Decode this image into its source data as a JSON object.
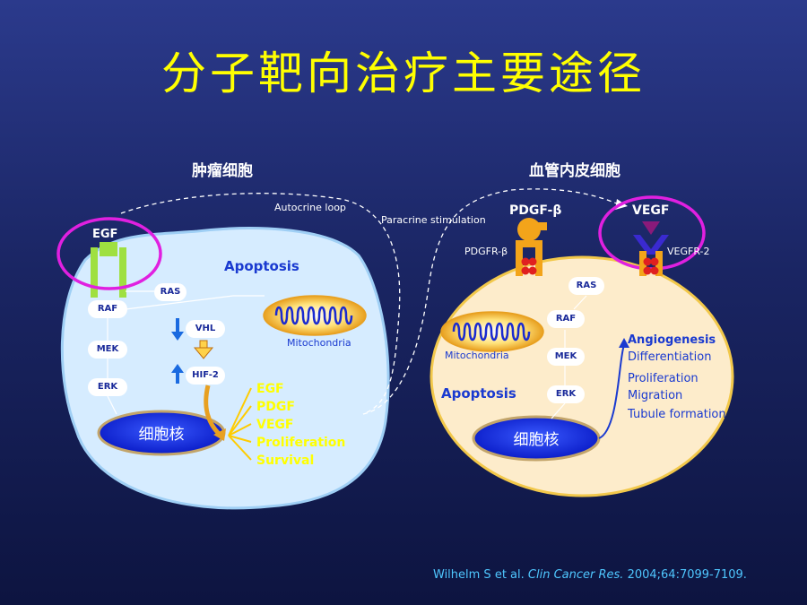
{
  "slide": {
    "title": "分子靶向治疗主要途径"
  },
  "tumor_cell": {
    "header": "肿瘤细胞",
    "autocrine_loop": "Autocrine loop",
    "receptor": "EGF",
    "pathway": [
      "RAS",
      "RAF",
      "MEK",
      "ERK"
    ],
    "apoptosis": "Apoptosis",
    "mitochondria": "Mitochondria",
    "vhl": "VHL",
    "hif": "HIF-2",
    "nucleus": "细胞核",
    "outputs": [
      "EGF",
      "PDGF",
      "VEGF",
      "Proliferation",
      "Survival"
    ]
  },
  "endothelial_cell": {
    "header": "血管内皮细胞",
    "paracrine": "Paracrine stimulation",
    "pdgf_ligand": "PDGF-β",
    "vegf_ligand": "VEGF",
    "pdgf_receptor": "PDGFR-β",
    "vegf_receptor": "VEGFR-2",
    "pathway": [
      "RAS",
      "RAF",
      "MEK",
      "ERK"
    ],
    "mitochondria": "Mitochondria",
    "apoptosis": "Apoptosis",
    "nucleus": "细胞核",
    "outputs": [
      "Angiogenesis",
      "Differentiation",
      "Proliferation",
      "Migration",
      "Tubule formation"
    ]
  },
  "citation": {
    "authors": "Wilhelm S et al.",
    "journal": "Clin Cancer Res.",
    "ref": "2004;64:7099-7109."
  },
  "colors": {
    "title": "#ffff00",
    "highlight_circle": "#e020e0",
    "tumor_cell_fill": "#d6ecff",
    "endothelial_fill": "#fdeccb",
    "nucleus": "#0a20d8",
    "citation": "#4fc7ff"
  }
}
